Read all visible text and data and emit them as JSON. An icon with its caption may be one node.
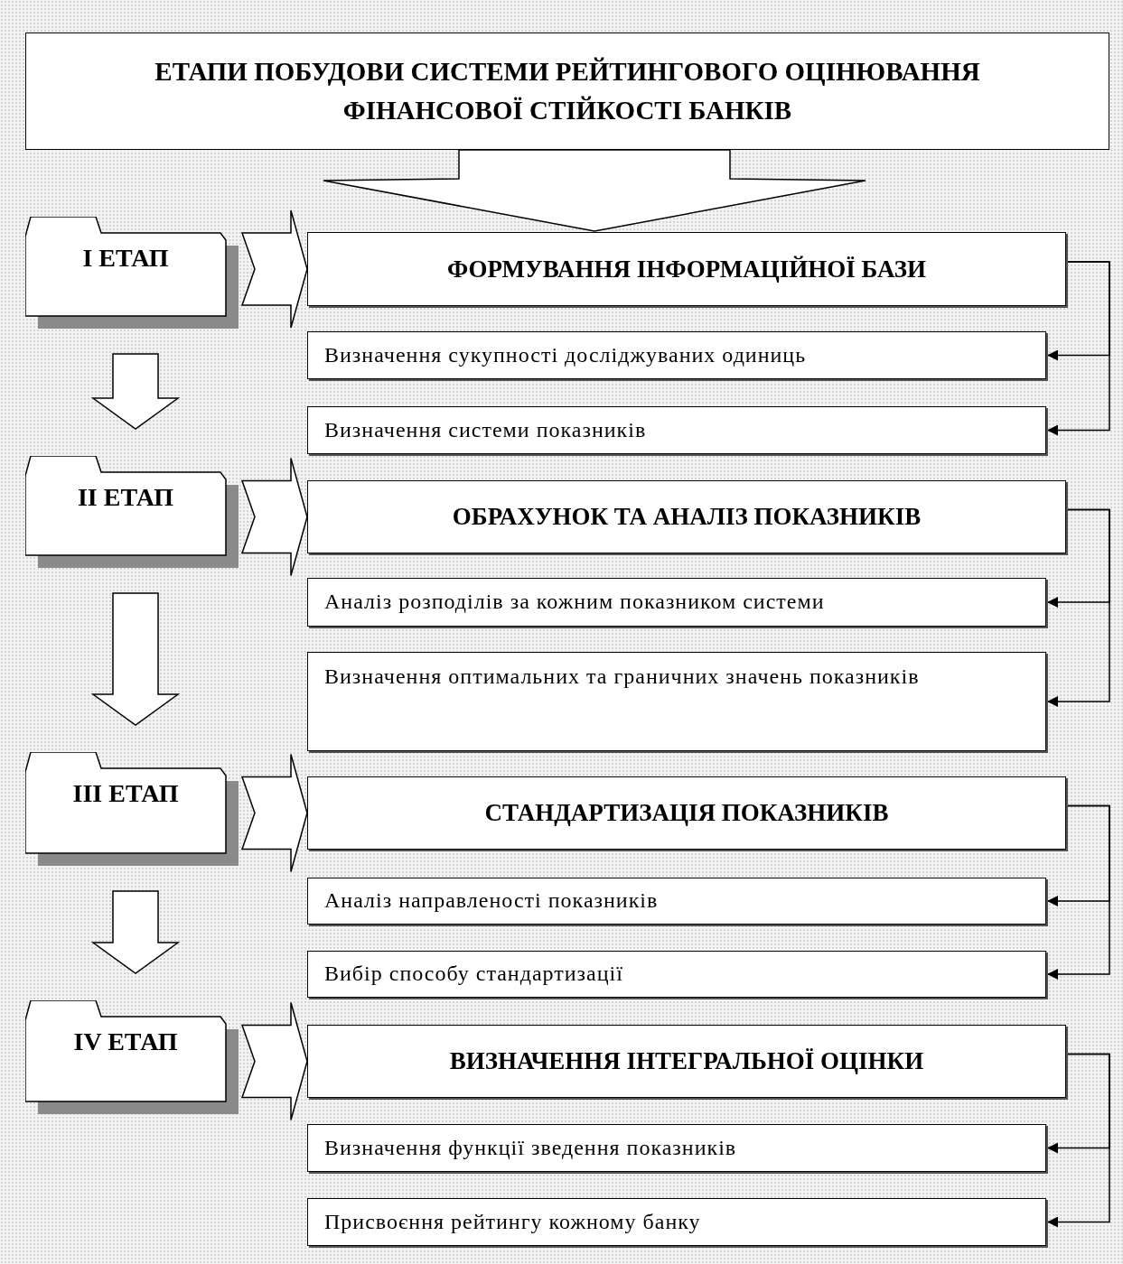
{
  "diagram": {
    "nodes": [
      {
        "text": [
          "ЕТАПИ ПОБУДОВИ СИСТЕМИ РЕЙТИНГОВОГО ОЦІНЮВАННЯ ФІНАНСОВОЇ СТІЙКОСТІ БАНКІВ"
        ]
      },
      {
        "text": [
          "І ЕТАП"
        ]
      },
      {
        "text": [
          "ФОРМУВАННЯ ІНФОРМАЦІЙНОЇ БАЗИ"
        ]
      },
      {
        "text": [
          "Визначення сукупності досліджуваних одиниць"
        ]
      },
      {
        "text": [
          "Визначення системи показників"
        ]
      },
      {
        "text": [
          "ІІ ЕТАП"
        ]
      },
      {
        "text": [
          "ОБРАХУНОК ТА АНАЛІЗ ПОКАЗНИКІВ"
        ]
      },
      {
        "text": [
          "Аналіз розподілів за кожним показником системи"
        ]
      },
      {
        "text": [
          "Визначення оптимальних та граничних значень показників"
        ]
      },
      {
        "text": [
          "ІІІ ЕТАП"
        ]
      },
      {
        "text": [
          "СТАНДАРТИЗАЦІЯ ПОКАЗНИКІВ"
        ]
      },
      {
        "text": [
          "Аналіз направленості показників"
        ]
      },
      {
        "text": [
          "Вибір способу стандартизації"
        ]
      },
      {
        "text": [
          "IV ЕТАП"
        ]
      },
      {
        "text": [
          "ВИЗНАЧЕННЯ ІНТЕГРАЛЬНОЇ ОЦІНКИ"
        ]
      },
      {
        "text": [
          "Визначення функції зведення показників"
        ]
      },
      {
        "text": [
          "Присвоєння рейтингу кожному банку"
        ]
      }
    ],
    "edges": [
      {
        "from": 0,
        "to": 2,
        "arrow": "to"
      },
      {
        "from": 1,
        "to": 2,
        "arrow": "to"
      },
      {
        "from": 2,
        "to": 3,
        "arrow": "to"
      },
      {
        "from": 2,
        "to": 4,
        "arrow": "to"
      },
      {
        "from": 1,
        "to": 5,
        "arrow": "to"
      },
      {
        "from": 5,
        "to": 6,
        "arrow": "to"
      },
      {
        "from": 6,
        "to": 7,
        "arrow": "to"
      },
      {
        "from": 6,
        "to": 8,
        "arrow": "to"
      },
      {
        "from": 5,
        "to": 9,
        "arrow": "to"
      },
      {
        "from": 9,
        "to": 10,
        "arrow": "to"
      },
      {
        "from": 10,
        "to": 11,
        "arrow": "to"
      },
      {
        "from": 10,
        "to": 12,
        "arrow": "to"
      },
      {
        "from": 9,
        "to": 13,
        "arrow": "to"
      },
      {
        "from": 13,
        "to": 14,
        "arrow": "to"
      },
      {
        "from": 14,
        "to": 15,
        "arrow": "to"
      },
      {
        "from": 14,
        "to": 16,
        "arrow": "to"
      }
    ]
  }
}
